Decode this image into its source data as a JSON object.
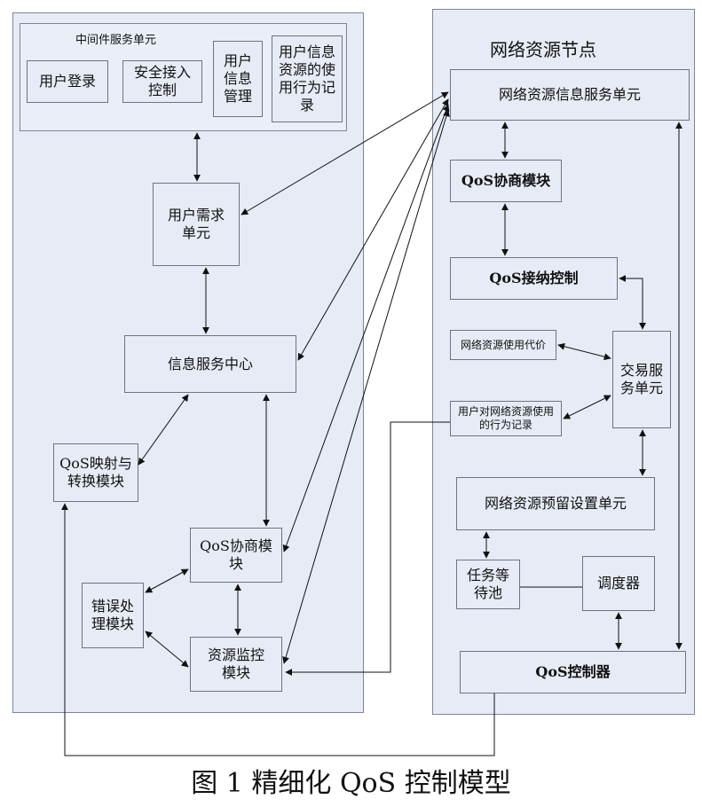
{
  "left_panel": {
    "middleware": {
      "title": "中间件服务单元",
      "login": "用户登录",
      "secure_access": "安全接入控制",
      "user_info": "用户信息管理",
      "usage_record": "用户信息资源的使用行为记录"
    },
    "user_demand": "用户需求单元",
    "info_center": "信息服务中心",
    "qos_mapping": "QoS映射与转换模块",
    "qos_negotiation": "QoS协商模块",
    "error_handling": "错误处理模块",
    "resource_monitor": "资源监控模块"
  },
  "right_panel": {
    "title": "网络资源节点",
    "info_service": "网络资源信息服务单元",
    "qos_negotiation": "QoS协商模块",
    "qos_admission": "QoS接纳控制",
    "usage_price": "网络资源使用代价",
    "usage_record": "用户对网络资源使用的行为记录",
    "trade_unit": "交易服务单元",
    "reservation": "网络资源预留设置单元",
    "task_pool": "任务等待池",
    "scheduler": "调度器",
    "qos_controller": "QoS控制器"
  },
  "caption": "图 1 精细化 QoS 控制模型"
}
